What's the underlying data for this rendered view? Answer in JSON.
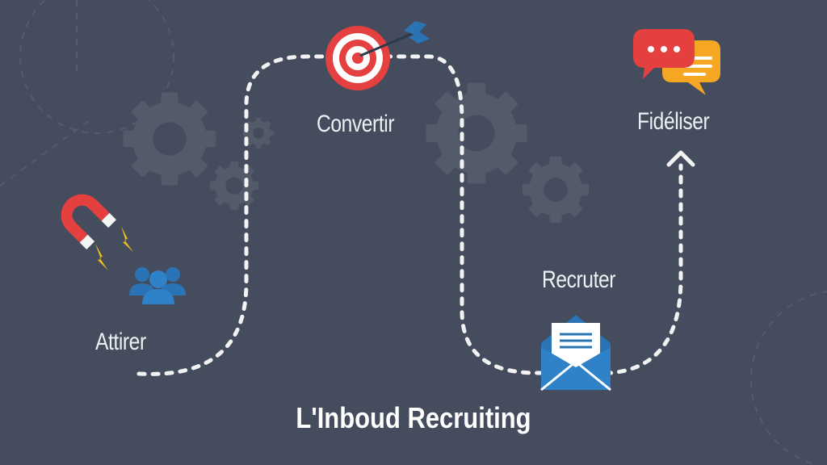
{
  "title": "L'Inboud Recruiting",
  "stages": [
    {
      "id": "attirer",
      "label": "Attirer",
      "icon": "magnet-attract-people-icon"
    },
    {
      "id": "convertir",
      "label": "Convertir",
      "icon": "target-arrow-icon"
    },
    {
      "id": "recruter",
      "label": "Recruter",
      "icon": "envelope-letter-icon"
    },
    {
      "id": "fideliser",
      "label": "Fidéliser",
      "icon": "chat-bubbles-icon"
    }
  ],
  "colors": {
    "background": "#444c5d",
    "path": "#f2f2f2",
    "gear": "#535b6b",
    "red": "#e3403f",
    "blue": "#2a74b5",
    "yellow": "#f2c21b",
    "orange": "#f5a623"
  }
}
